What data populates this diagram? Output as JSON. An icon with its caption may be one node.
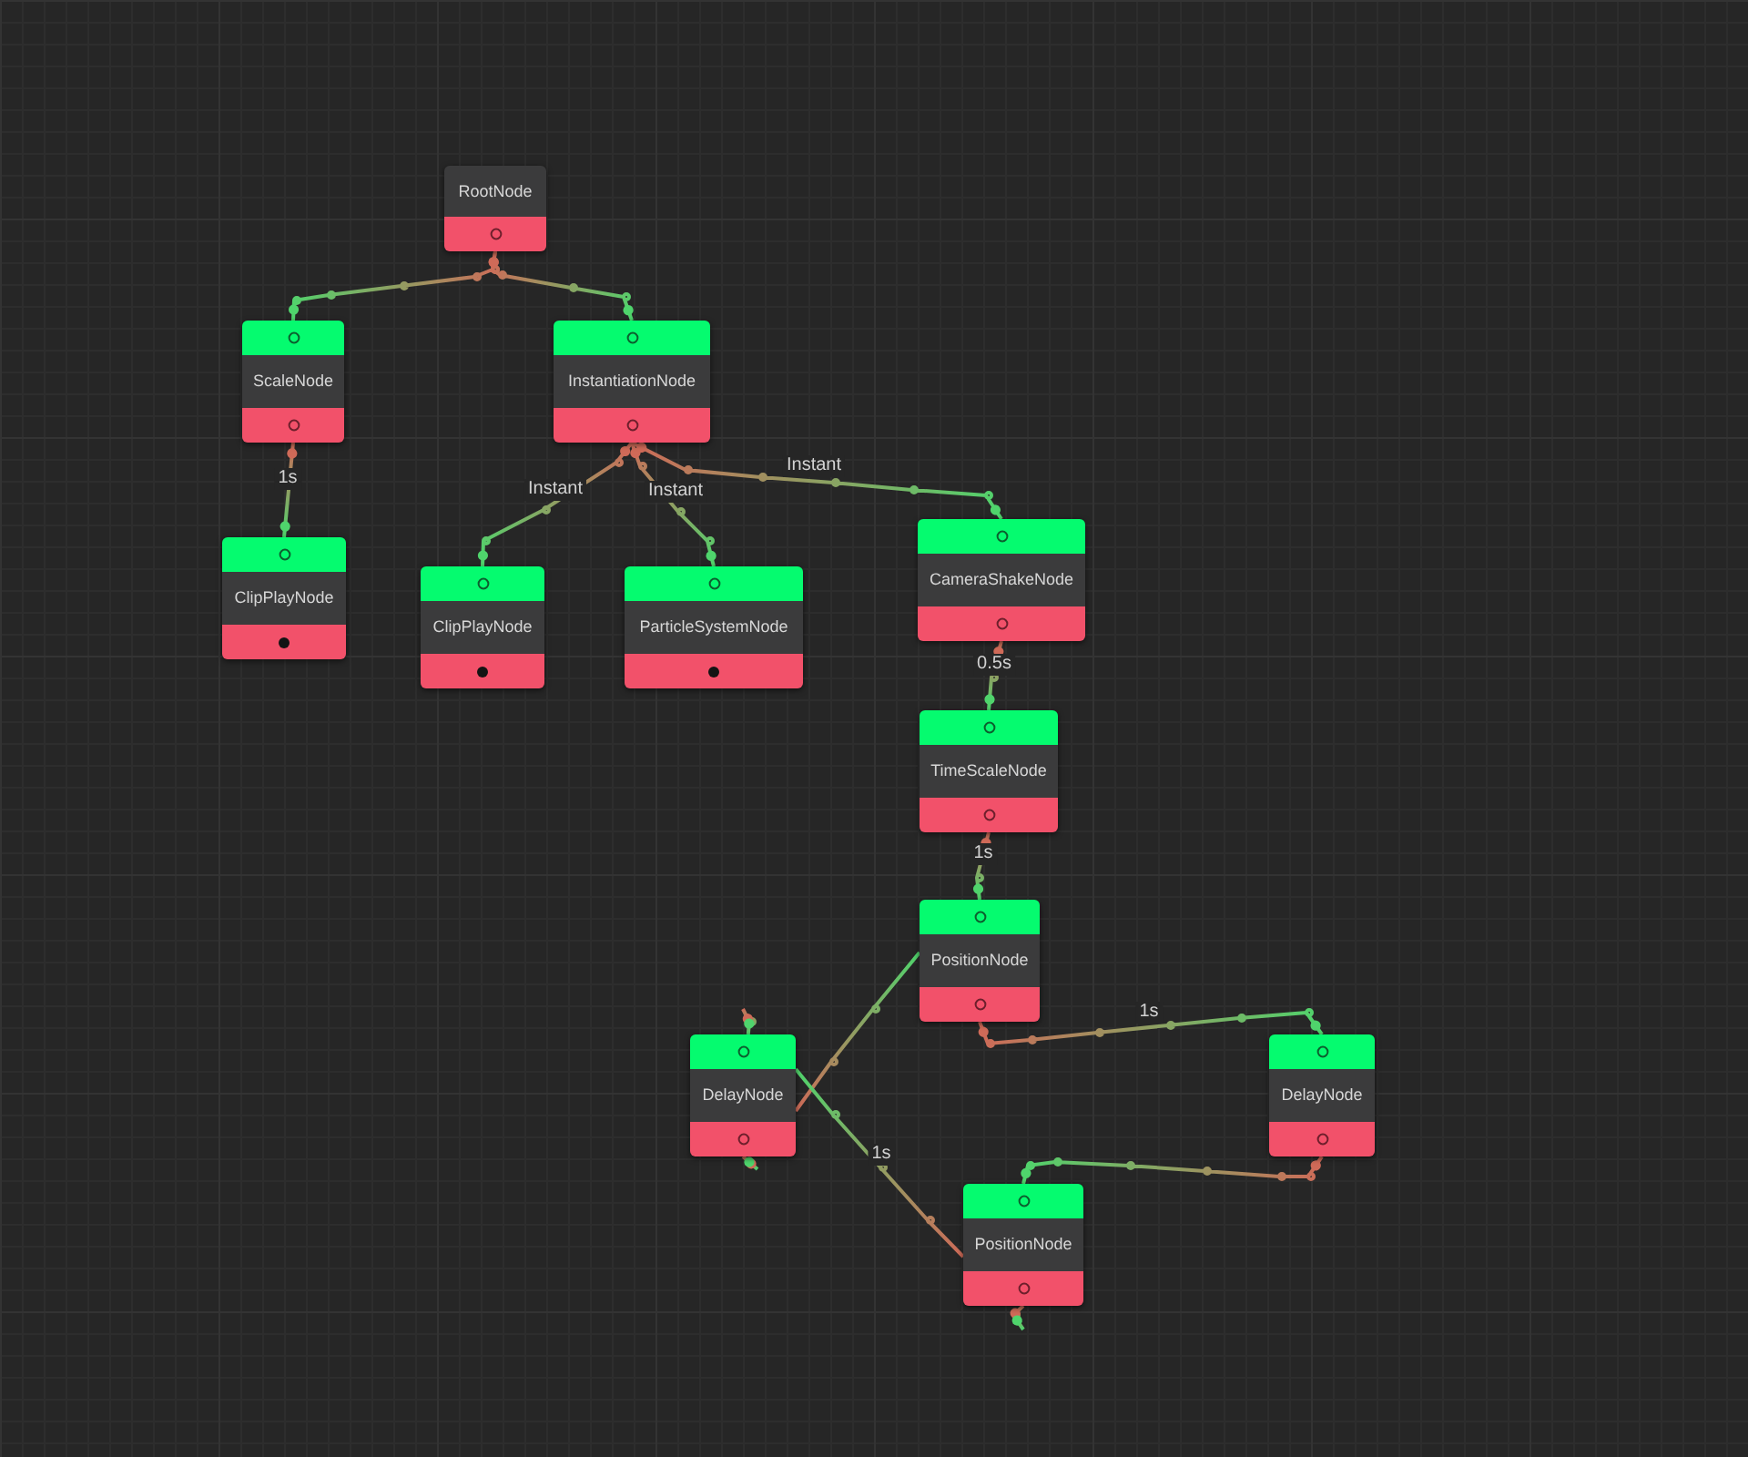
{
  "diagram": {
    "nodes": [
      {
        "text": [
          "RootNode"
        ]
      },
      {
        "text": [
          "ScaleNode"
        ]
      },
      {
        "text": [
          "InstantiationNode"
        ]
      },
      {
        "text": [
          "ClipPlayNode"
        ]
      },
      {
        "text": [
          "ClipPlayNode"
        ]
      },
      {
        "text": [
          "ParticleSystemNode"
        ]
      },
      {
        "text": [
          "CameraShakeNode"
        ]
      },
      {
        "text": [
          "TimeScaleNode"
        ]
      },
      {
        "text": [
          "PositionNode"
        ]
      },
      {
        "text": [
          "DelayNode"
        ]
      },
      {
        "text": [
          "DelayNode"
        ]
      },
      {
        "text": [
          "PositionNode"
        ]
      }
    ],
    "edges": [
      {
        "from": 0,
        "to": 1,
        "arrow": "other"
      },
      {
        "from": 0,
        "to": 2,
        "arrow": "other"
      },
      {
        "from": 1,
        "to": 3,
        "arrow": "other",
        "label": "1s"
      },
      {
        "from": 2,
        "to": 4,
        "arrow": "other",
        "label": "Instant"
      },
      {
        "from": 2,
        "to": 5,
        "arrow": "other",
        "label": "Instant"
      },
      {
        "from": 2,
        "to": 6,
        "arrow": "other",
        "label": "Instant"
      },
      {
        "from": 6,
        "to": 7,
        "arrow": "other",
        "label": "0.5s"
      },
      {
        "from": 7,
        "to": 8,
        "arrow": "other",
        "label": "1s"
      },
      {
        "from": 8,
        "to": 10,
        "arrow": "other",
        "label": "1s"
      },
      {
        "from": 10,
        "to": 11,
        "arrow": "other"
      },
      {
        "from": 9,
        "to": 8,
        "arrow": "none"
      },
      {
        "from": 11,
        "to": 9,
        "arrow": "none",
        "label": "1s"
      },
      {
        "from": null,
        "to": 9,
        "arrow": "other"
      },
      {
        "from": 9,
        "to": null,
        "arrow": "other"
      },
      {
        "from": 11,
        "to": null,
        "arrow": "other"
      }
    ]
  }
}
